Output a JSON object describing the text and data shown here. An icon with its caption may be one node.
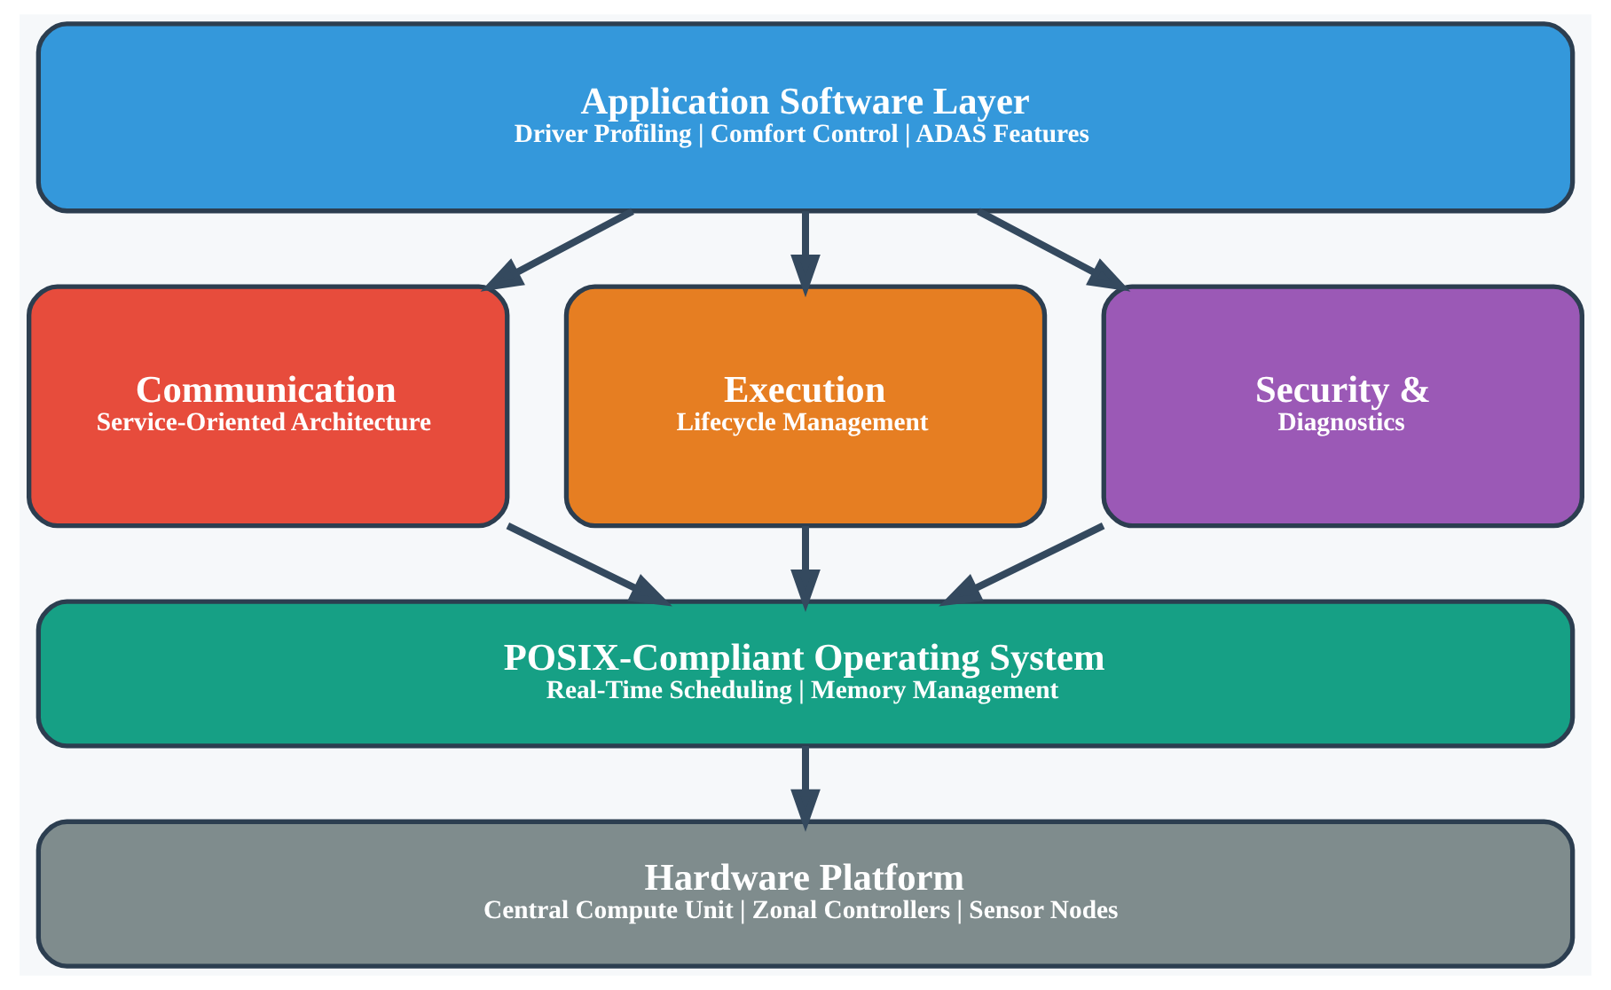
{
  "diagram": {
    "nodes": [
      {
        "text": [
          "Application Software Layer",
          "Driver Profiling | Comfort Control | ADAS Features"
        ]
      },
      {
        "text": [
          "Communication",
          "Service-Oriented Architecture"
        ]
      },
      {
        "text": [
          "Execution",
          "Lifecycle Management"
        ]
      },
      {
        "text": [
          "Security &",
          "Diagnostics"
        ]
      },
      {
        "text": [
          "POSIX-Compliant Operating System",
          "Real-Time Scheduling | Memory Management"
        ]
      },
      {
        "text": [
          "Hardware Platform",
          "Central Compute Unit | Zonal Controllers | Sensor Nodes"
        ]
      }
    ],
    "edges": [
      {
        "from": 0,
        "to": 1,
        "arrow": "to"
      },
      {
        "from": 0,
        "to": 2,
        "arrow": "to"
      },
      {
        "from": 0,
        "to": 3,
        "arrow": "to"
      },
      {
        "from": 1,
        "to": 4,
        "arrow": "to"
      },
      {
        "from": 2,
        "to": 4,
        "arrow": "to"
      },
      {
        "from": 3,
        "to": 4,
        "arrow": "to"
      },
      {
        "from": 4,
        "to": 5,
        "arrow": "to"
      }
    ]
  }
}
